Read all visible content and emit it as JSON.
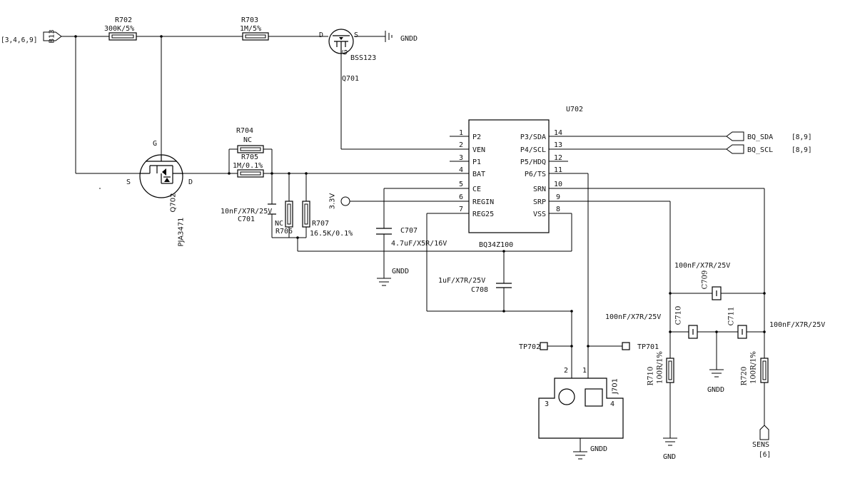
{
  "ports": {
    "in_net": "B13",
    "in_refs": "[3,4,6,9]",
    "sda": "BQ_SDA",
    "sda_refs": "[8,9]",
    "scl": "BQ_SCL",
    "scl_refs": "[8,9]",
    "sens": "SENS",
    "sens_refs": "[6]",
    "v33": "3.3V"
  },
  "grounds": {
    "gndd": "GNDD",
    "gnd": "GND"
  },
  "parts": {
    "r702": {
      "ref": "R702",
      "value": "300K/5%"
    },
    "r703": {
      "ref": "R703",
      "value": "1M/5%"
    },
    "r704": {
      "ref": "R704",
      "value": "NC"
    },
    "r705": {
      "ref": "R705",
      "value": "1M/0.1%"
    },
    "r706": {
      "ref": "R706",
      "value": "NC"
    },
    "r707": {
      "ref": "R707",
      "value": "16.5K/0.1%"
    },
    "r710": {
      "ref": "R710",
      "value": "100R/1%"
    },
    "r720": {
      "ref": "R720",
      "value": "100R/1%"
    },
    "c701": {
      "ref": "C701",
      "value": "10nF/X7R/25V"
    },
    "c707": {
      "ref": "C707",
      "value": "4.7uF/X5R/16V"
    },
    "c708": {
      "ref": "C708",
      "value": "1uF/X7R/25V"
    },
    "c709": {
      "ref": "C709",
      "value": "100nF/X7R/25V"
    },
    "c710": {
      "ref": "C710",
      "value": "100nF/X7R/25V"
    },
    "c711": {
      "ref": "C711",
      "value": "100nF/X7R/25V"
    },
    "q701": {
      "ref": "Q701",
      "value": "BSS123",
      "pin_d": "D",
      "pin_s": "S",
      "pin_g": "G"
    },
    "q702": {
      "ref": "Q702",
      "value": "PJA3471",
      "pin_d": "D",
      "pin_s": "S",
      "pin_g": "G"
    },
    "tp701": {
      "ref": "TP701"
    },
    "tp702": {
      "ref": "TP702"
    },
    "j701": {
      "ref": "J701",
      "p1": "1",
      "p2": "2",
      "p3": "3",
      "p4": "4"
    }
  },
  "ic": {
    "ref": "U702",
    "part": "BQ34Z100",
    "left_pins": [
      {
        "num": "1",
        "name": "P2"
      },
      {
        "num": "2",
        "name": "VEN"
      },
      {
        "num": "3",
        "name": "P1"
      },
      {
        "num": "4",
        "name": "BAT"
      },
      {
        "num": "5",
        "name": "CE"
      },
      {
        "num": "6",
        "name": "REGIN"
      },
      {
        "num": "7",
        "name": "REG25"
      }
    ],
    "right_pins": [
      {
        "num": "14",
        "name": "P3/SDA"
      },
      {
        "num": "13",
        "name": "P4/SCL"
      },
      {
        "num": "12",
        "name": "P5/HDQ"
      },
      {
        "num": "11",
        "name": "P6/TS"
      },
      {
        "num": "10",
        "name": "SRN"
      },
      {
        "num": "9",
        "name": "SRP"
      },
      {
        "num": "8",
        "name": "VSS"
      }
    ]
  }
}
